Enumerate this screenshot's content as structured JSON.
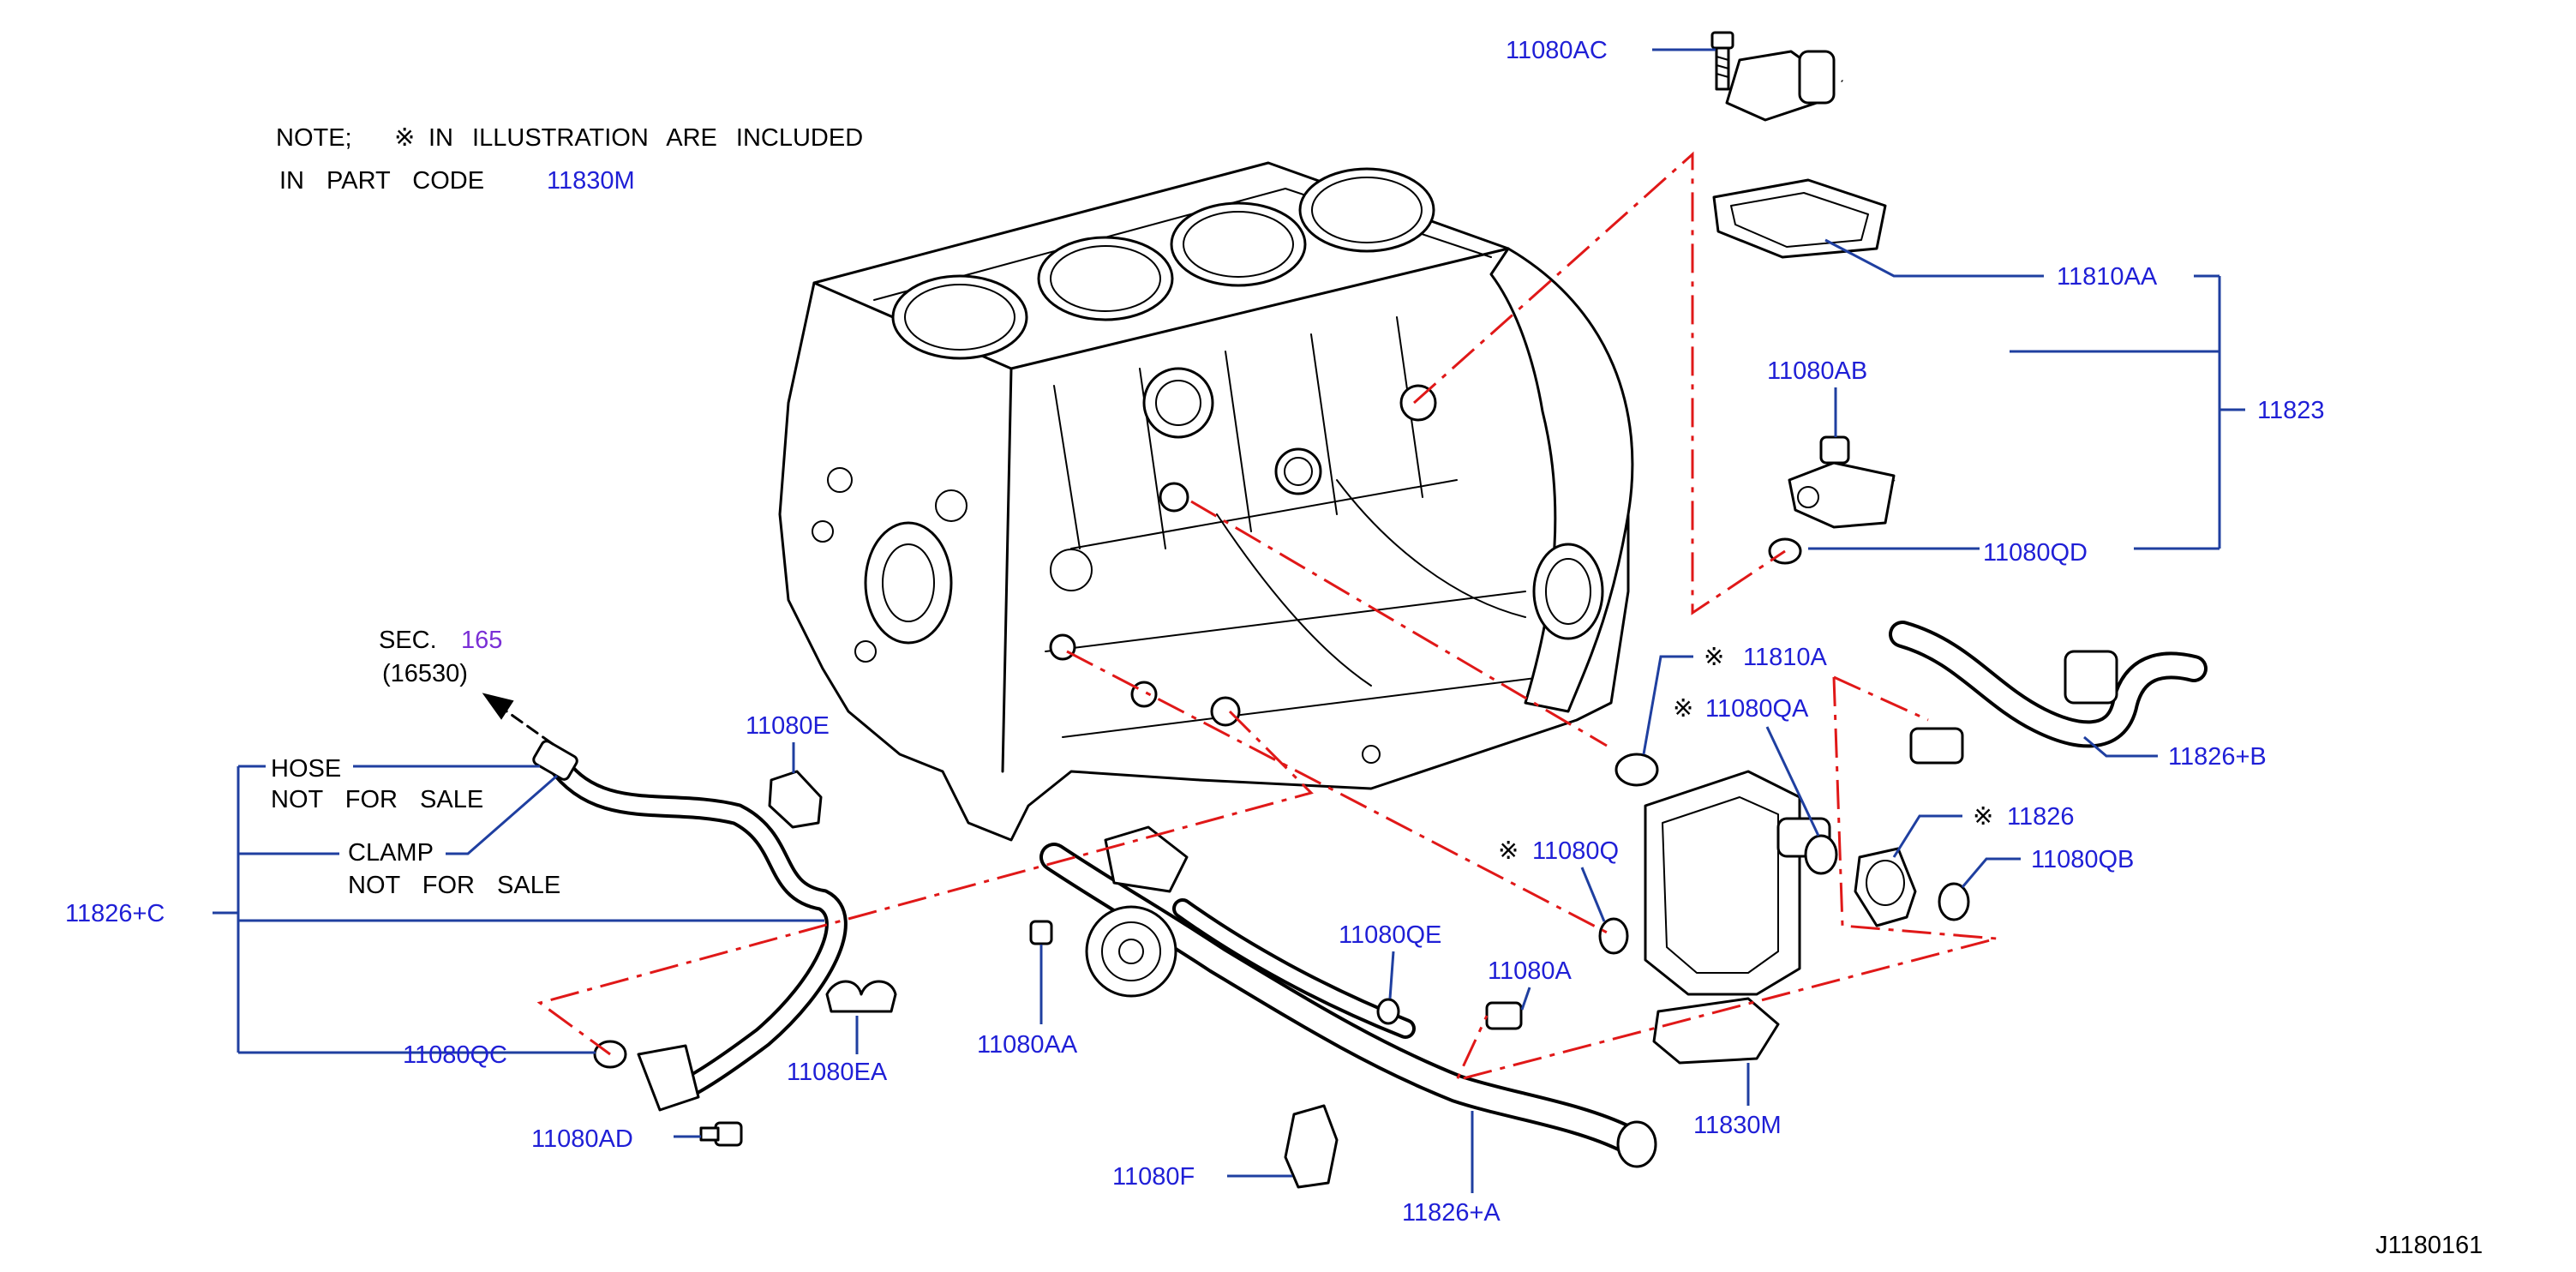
{
  "note": {
    "line1_prefix": "NOTE;",
    "mark": "※",
    "line1_rest": "IN ILLUSTRATION ARE INCLUDED",
    "line2_prefix": "IN PART CODE",
    "line2_code": "11830M"
  },
  "section_ref": {
    "prefix": "SEC.",
    "number": "165",
    "sub": "(16530)"
  },
  "hose_note": {
    "hose": "HOSE",
    "hose_nfs": "NOT FOR SALE",
    "clamp": "CLAMP",
    "clamp_nfs": "NOT FOR SALE"
  },
  "parts": {
    "p11080AC": "11080AC",
    "p11810AA": "11810AA",
    "p11823": "11823",
    "p11080AB": "11080AB",
    "p11080QD": "11080QD",
    "p11810A": "11810A",
    "p11080QA": "11080QA",
    "p11826B": "11826+B",
    "p11826": "11826",
    "p11080QB": "11080QB",
    "p11080Q": "11080Q",
    "p11080E": "11080E",
    "p11826C": "11826+C",
    "p11080QC": "11080QC",
    "p11080EA": "11080EA",
    "p11080AD": "11080AD",
    "p11080AA": "11080AA",
    "p11080QE": "11080QE",
    "p11080A": "11080A",
    "p11080F": "11080F",
    "p11826A": "11826+A",
    "p11830M": "11830M"
  },
  "included_mark": "※",
  "figure_code": "J1180161",
  "colors": {
    "part_label": "#1f1fd6",
    "leader": "#1f3fa0",
    "phantom_line": "#e01818",
    "section_number": "#7a2fd6"
  }
}
